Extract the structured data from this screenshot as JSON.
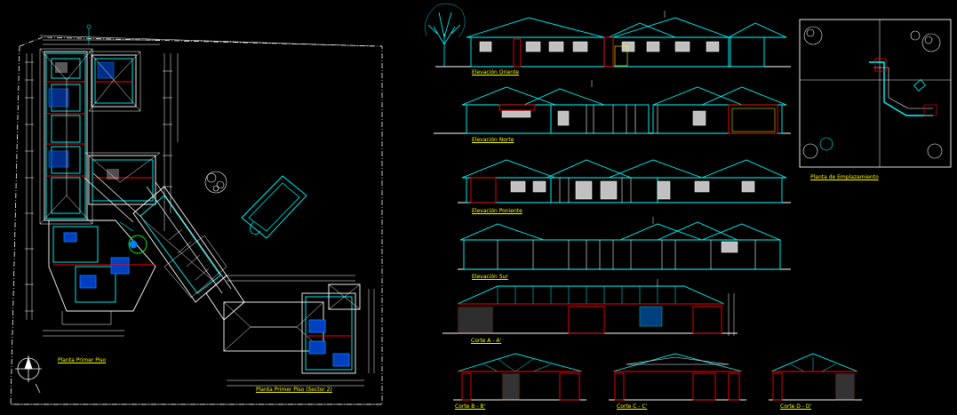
{
  "drawing": {
    "titles": {
      "planta_primer_piso": "Planta Primer Piso",
      "planta_primer_piso_2": "Planta Primer Piso",
      "planta_primer_piso_2_suffix": "(Sector 2)",
      "elev_oriente": "Elevación Oriente",
      "elev_norte": "Elevación Norte",
      "elev_poniente": "Elevación Poniente",
      "elev_sur": "Elevación Sur",
      "corte_a": "Corte A - A'",
      "corte_b": "Corte B - B'",
      "corte_c": "Corte C - C'",
      "corte_d": "Corte D - D'",
      "planta_emplazamiento": "Planta de Emplazamiento"
    },
    "colors": {
      "background": "#000000",
      "cyan": "#00ffff",
      "white": "#ffffff",
      "red": "#ff0000",
      "yellow": "#ffff00",
      "blue": "#0080ff",
      "grey": "#c0c0c0",
      "green": "#00ff00"
    }
  }
}
